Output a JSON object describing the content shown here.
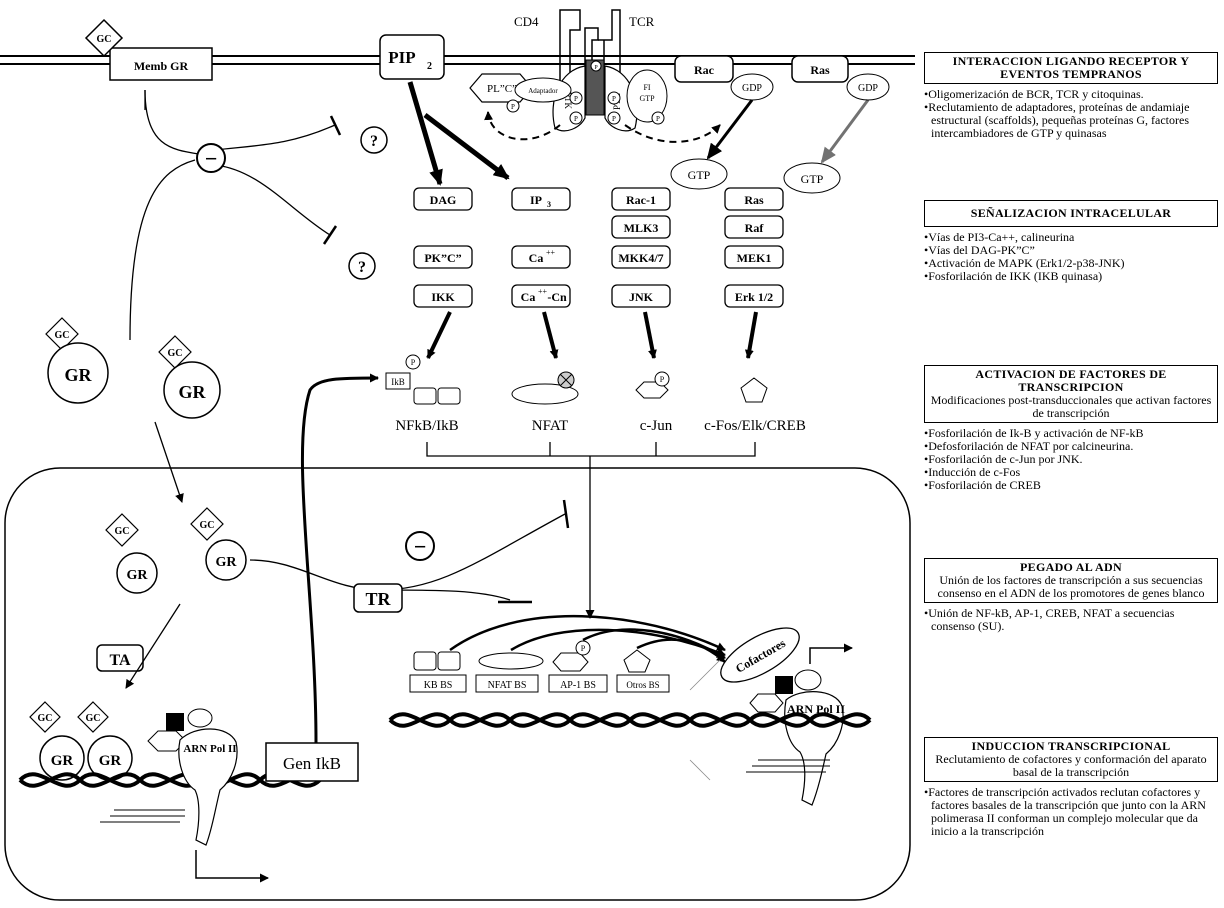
{
  "membrane": {
    "gc_label": "GC",
    "memb_gr_label": "Memb GR",
    "pip2_label": "PIP",
    "pip2_sub": "2",
    "cd4_label": "CD4",
    "tcr_label": "TCR",
    "plc_label": "PL”C”",
    "adaptador_label": "Adaptador",
    "ptk_label": "PTK",
    "p_label": "P",
    "fi_label": "FI",
    "gtp_label": "GTP",
    "gdp_label": "GDP",
    "rac_label": "Rac",
    "ras_label": "Ras"
  },
  "inhibition": {
    "minus": "−",
    "question": "?"
  },
  "pathways": {
    "row1": [
      "DAG",
      "IP",
      "Rac-1",
      "Ras"
    ],
    "ip3_sub": "3",
    "row2": [
      "MLK3",
      "Raf"
    ],
    "row3": [
      "PK”C”",
      "Ca",
      "MKK4/7",
      "MEK1"
    ],
    "ca_sup": "++",
    "row4": [
      "IKK",
      "Ca",
      "-Cn",
      "JNK",
      "Erk 1/2"
    ]
  },
  "factors": {
    "ikb_label": "IkB",
    "names": [
      "NFkB/IkB",
      "NFAT",
      "c-Jun",
      "c-Fos/Elk/CREB"
    ]
  },
  "cytoplasm": {
    "gr_label": "GR",
    "gc_label": "GC"
  },
  "nucleus": {
    "tr_label": "TR",
    "ta_label": "TA",
    "gen_ikb": "Gen IkB",
    "arn_pol": "ARN Pol II",
    "cofactores": "Cofactores",
    "binding_sites": [
      "KB BS",
      "NFAT BS",
      "AP-1 BS",
      "Otros BS"
    ]
  },
  "panels": {
    "p1": {
      "title": "INTERACCION LIGANDO RECEPTOR Y EVENTOS TEMPRANOS",
      "bullets": [
        "Oligomerización de BCR, TCR y citoquinas.",
        "Reclutamiento de adaptadores, proteínas de andamiaje estructural (scaffolds), pequeñas proteínas G, factores intercambiadores de GTP y quinasas"
      ]
    },
    "p2": {
      "title": "SEÑALIZACION INTRACELULAR",
      "bullets": [
        "Vías de PI3-Ca++, calineurina",
        "Vías del DAG-PK”C”",
        "Activación de MAPK (Erk1/2-p38-JNK)",
        "Fosforilación de IKK (IKB quinasa)"
      ]
    },
    "p3": {
      "title": "ACTIVACION DE FACTORES DE TRANSCRIPCION",
      "subtitle": "Modificaciones post-transduccionales que activan factores de transcripción",
      "bullets": [
        "Fosforilación de Ik-B y activación de NF-kB",
        "Defosforilación de NFAT por calcineurina.",
        "Fosforilación de c-Jun por JNK.",
        "Inducción de c-Fos",
        "Fosforilación de CREB"
      ]
    },
    "p4": {
      "title": "PEGADO AL ADN",
      "subtitle": "Unión de los factores de transcripción a sus secuencias consenso en el ADN de los promotores de genes blanco",
      "bullets": [
        "Unión de NF-kB, AP-1, CREB, NFAT a secuencias consenso (SU)."
      ]
    },
    "p5": {
      "title": "INDUCCION TRANSCRIPCIONAL",
      "subtitle": "Reclutamiento de cofactores y conformación del aparato basal de la transcripción",
      "bullets": [
        "Factores de transcripción activados reclutan cofactores y factores basales de la transcripción que junto con la ARN polimerasa II conforman un complejo molecular que da inicio a la transcripción"
      ]
    }
  }
}
